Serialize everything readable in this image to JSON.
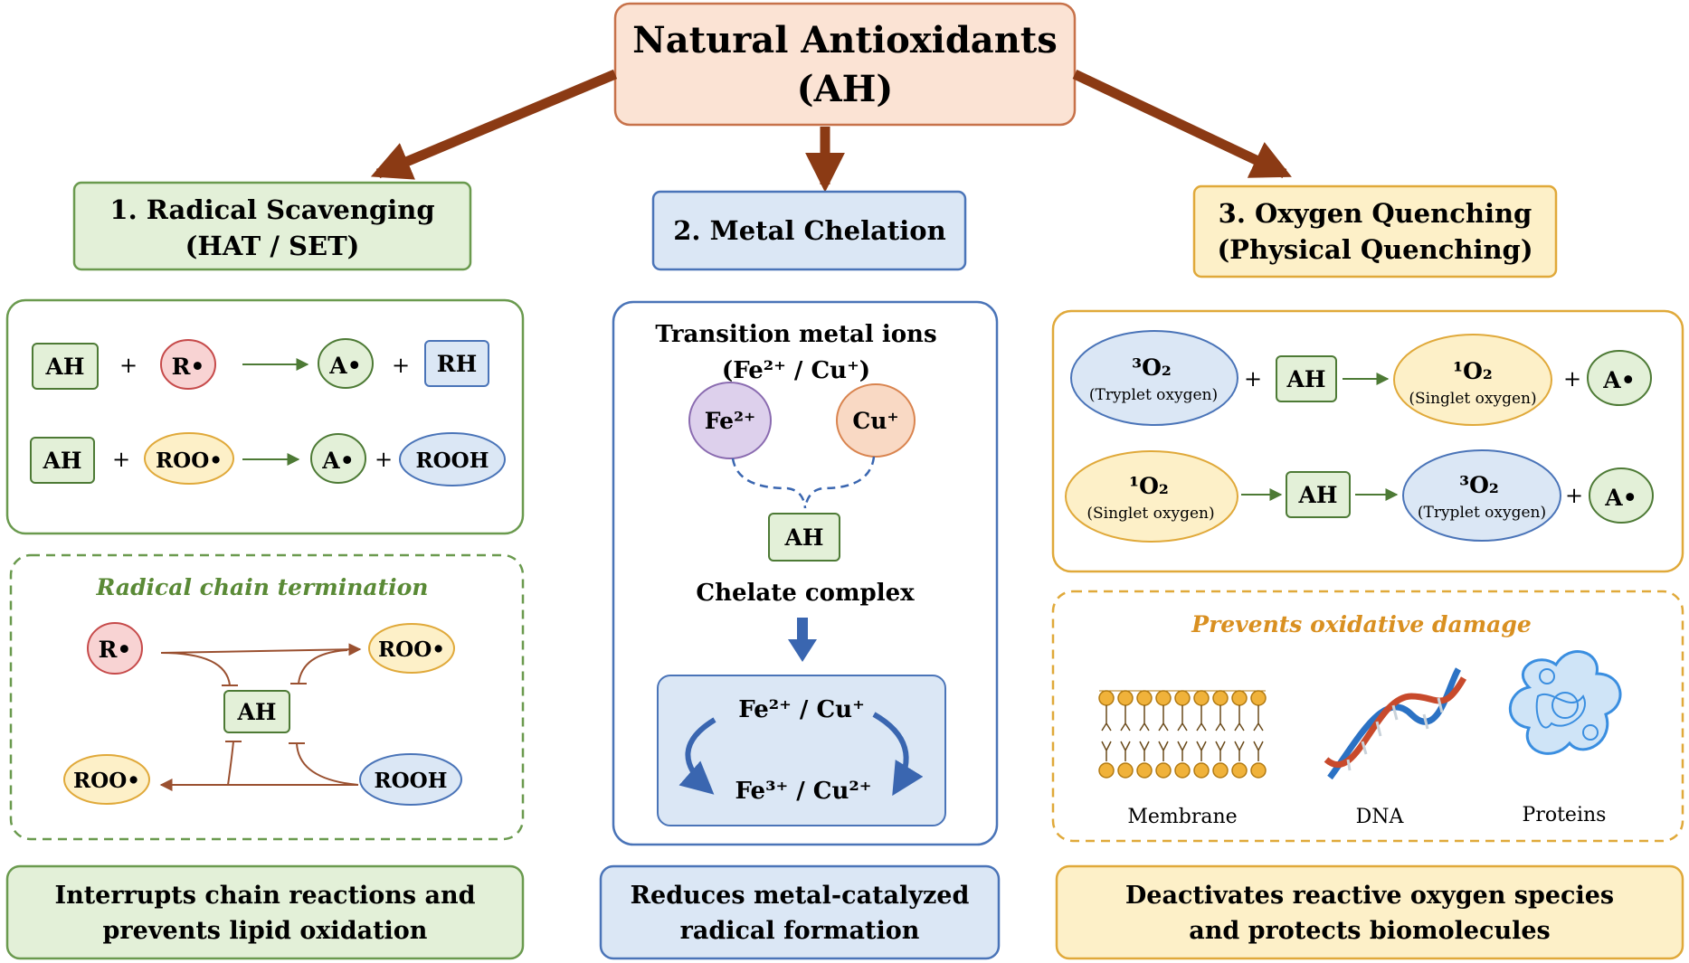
{
  "colors": {
    "arrow_main": "#8b3a14",
    "green_fill": "#e3f0d8",
    "green_stroke": "#6a9a4e",
    "blue_fill": "#dbe7f5",
    "blue_stroke": "#4a74b8",
    "yellow_fill": "#fdf0c8",
    "yellow_stroke": "#e0a93a",
    "peach_fill": "#fbe3d4",
    "peach_stroke": "#c7724a",
    "red_fill": "#f8d3d3",
    "red_stroke": "#c64a4a",
    "purple_fill": "#ddd0ec",
    "purple_stroke": "#8a6bb0",
    "orange_fill": "#f9d9c4",
    "orange_stroke": "#d9844f",
    "chain_arrow": "#9a5030",
    "accent_green_text": "#5a8a36",
    "accent_orange_text": "#d99021"
  },
  "root": {
    "line1": "Natural Antioxidants",
    "line2": "(AH)"
  },
  "mech1": {
    "title1": "1. Radical Scavenging",
    "title2": "(HAT / SET)",
    "reaction1": {
      "ah": "AH",
      "plus": "+",
      "radical": "R•",
      "product": "A•",
      "plus2": "+",
      "product2": "RH"
    },
    "reaction2": {
      "ah": "AH",
      "plus": "+",
      "radical": "ROO•",
      "product": "A•",
      "plus2": "+",
      "product2": "ROOH"
    },
    "chain": {
      "title": "Radical chain termination",
      "r": "R•",
      "roo_top": "ROO•",
      "ah": "AH",
      "roo_bottom": "ROO•",
      "rooh": "ROOH"
    },
    "summary1": "Interrupts chain reactions and",
    "summary2": "prevents lipid oxidation"
  },
  "mech2": {
    "title": "2. Metal Chelation",
    "ions_label1": "Transition metal ions",
    "ions_label2": "(Fe²⁺ / Cu⁺)",
    "fe": "Fe²⁺",
    "cu": "Cu⁺",
    "ah": "AH",
    "complex_label": "Chelate complex",
    "cycle_top": "Fe²⁺ / Cu⁺",
    "cycle_bottom": "Fe³⁺ / Cu²⁺",
    "summary1": "Reduces metal-catalyzed",
    "summary2": "radical formation"
  },
  "mech3": {
    "title1": "3. Oxygen Quenching",
    "title2": "(Physical Quenching)",
    "reaction1": {
      "reactant": "³O₂",
      "reactant_sub": "(Tryplet oxygen)",
      "plus": "+",
      "ah": "AH",
      "product": "¹O₂",
      "product_sub": "(Singlet oxygen)",
      "plus2": "+",
      "product2": "A•"
    },
    "reaction2": {
      "reactant": "¹O₂",
      "reactant_sub": "(Singlet oxygen)",
      "ah": "AH",
      "product": "³O₂",
      "product_sub": "(Tryplet oxygen)",
      "plus": "+",
      "product2": "A•"
    },
    "protect_title": "Prevents oxidative damage",
    "membrane": "Membrane",
    "dna": "DNA",
    "proteins": "Proteins",
    "summary1": "Deactivates reactive oxygen species",
    "summary2": "and protects biomolecules"
  }
}
